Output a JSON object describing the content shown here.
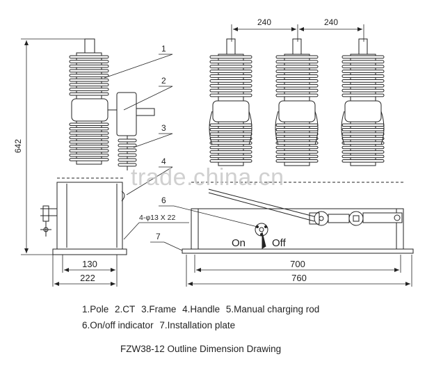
{
  "dimensions": {
    "height": "642",
    "spacing_left": "240",
    "spacing_right": "240",
    "base_inner": "130",
    "base_outer": "222",
    "frame_inner": "700",
    "frame_outer": "760",
    "hole_spec": "4-φ13 X 22"
  },
  "callouts": [
    "1",
    "2",
    "3",
    "4",
    "6",
    "7"
  ],
  "indicator": {
    "on": "On",
    "off": "Off"
  },
  "legend": {
    "line1": [
      "1.Pole",
      "2.CT",
      "3.Frame",
      "4.Handle",
      "5.Manual charging rod"
    ],
    "line2": [
      "6.On/off indicator",
      "7.Installation plate"
    ]
  },
  "caption": "FZW38-12 Outline Dimension Drawing",
  "watermark": "trade.china.cn"
}
